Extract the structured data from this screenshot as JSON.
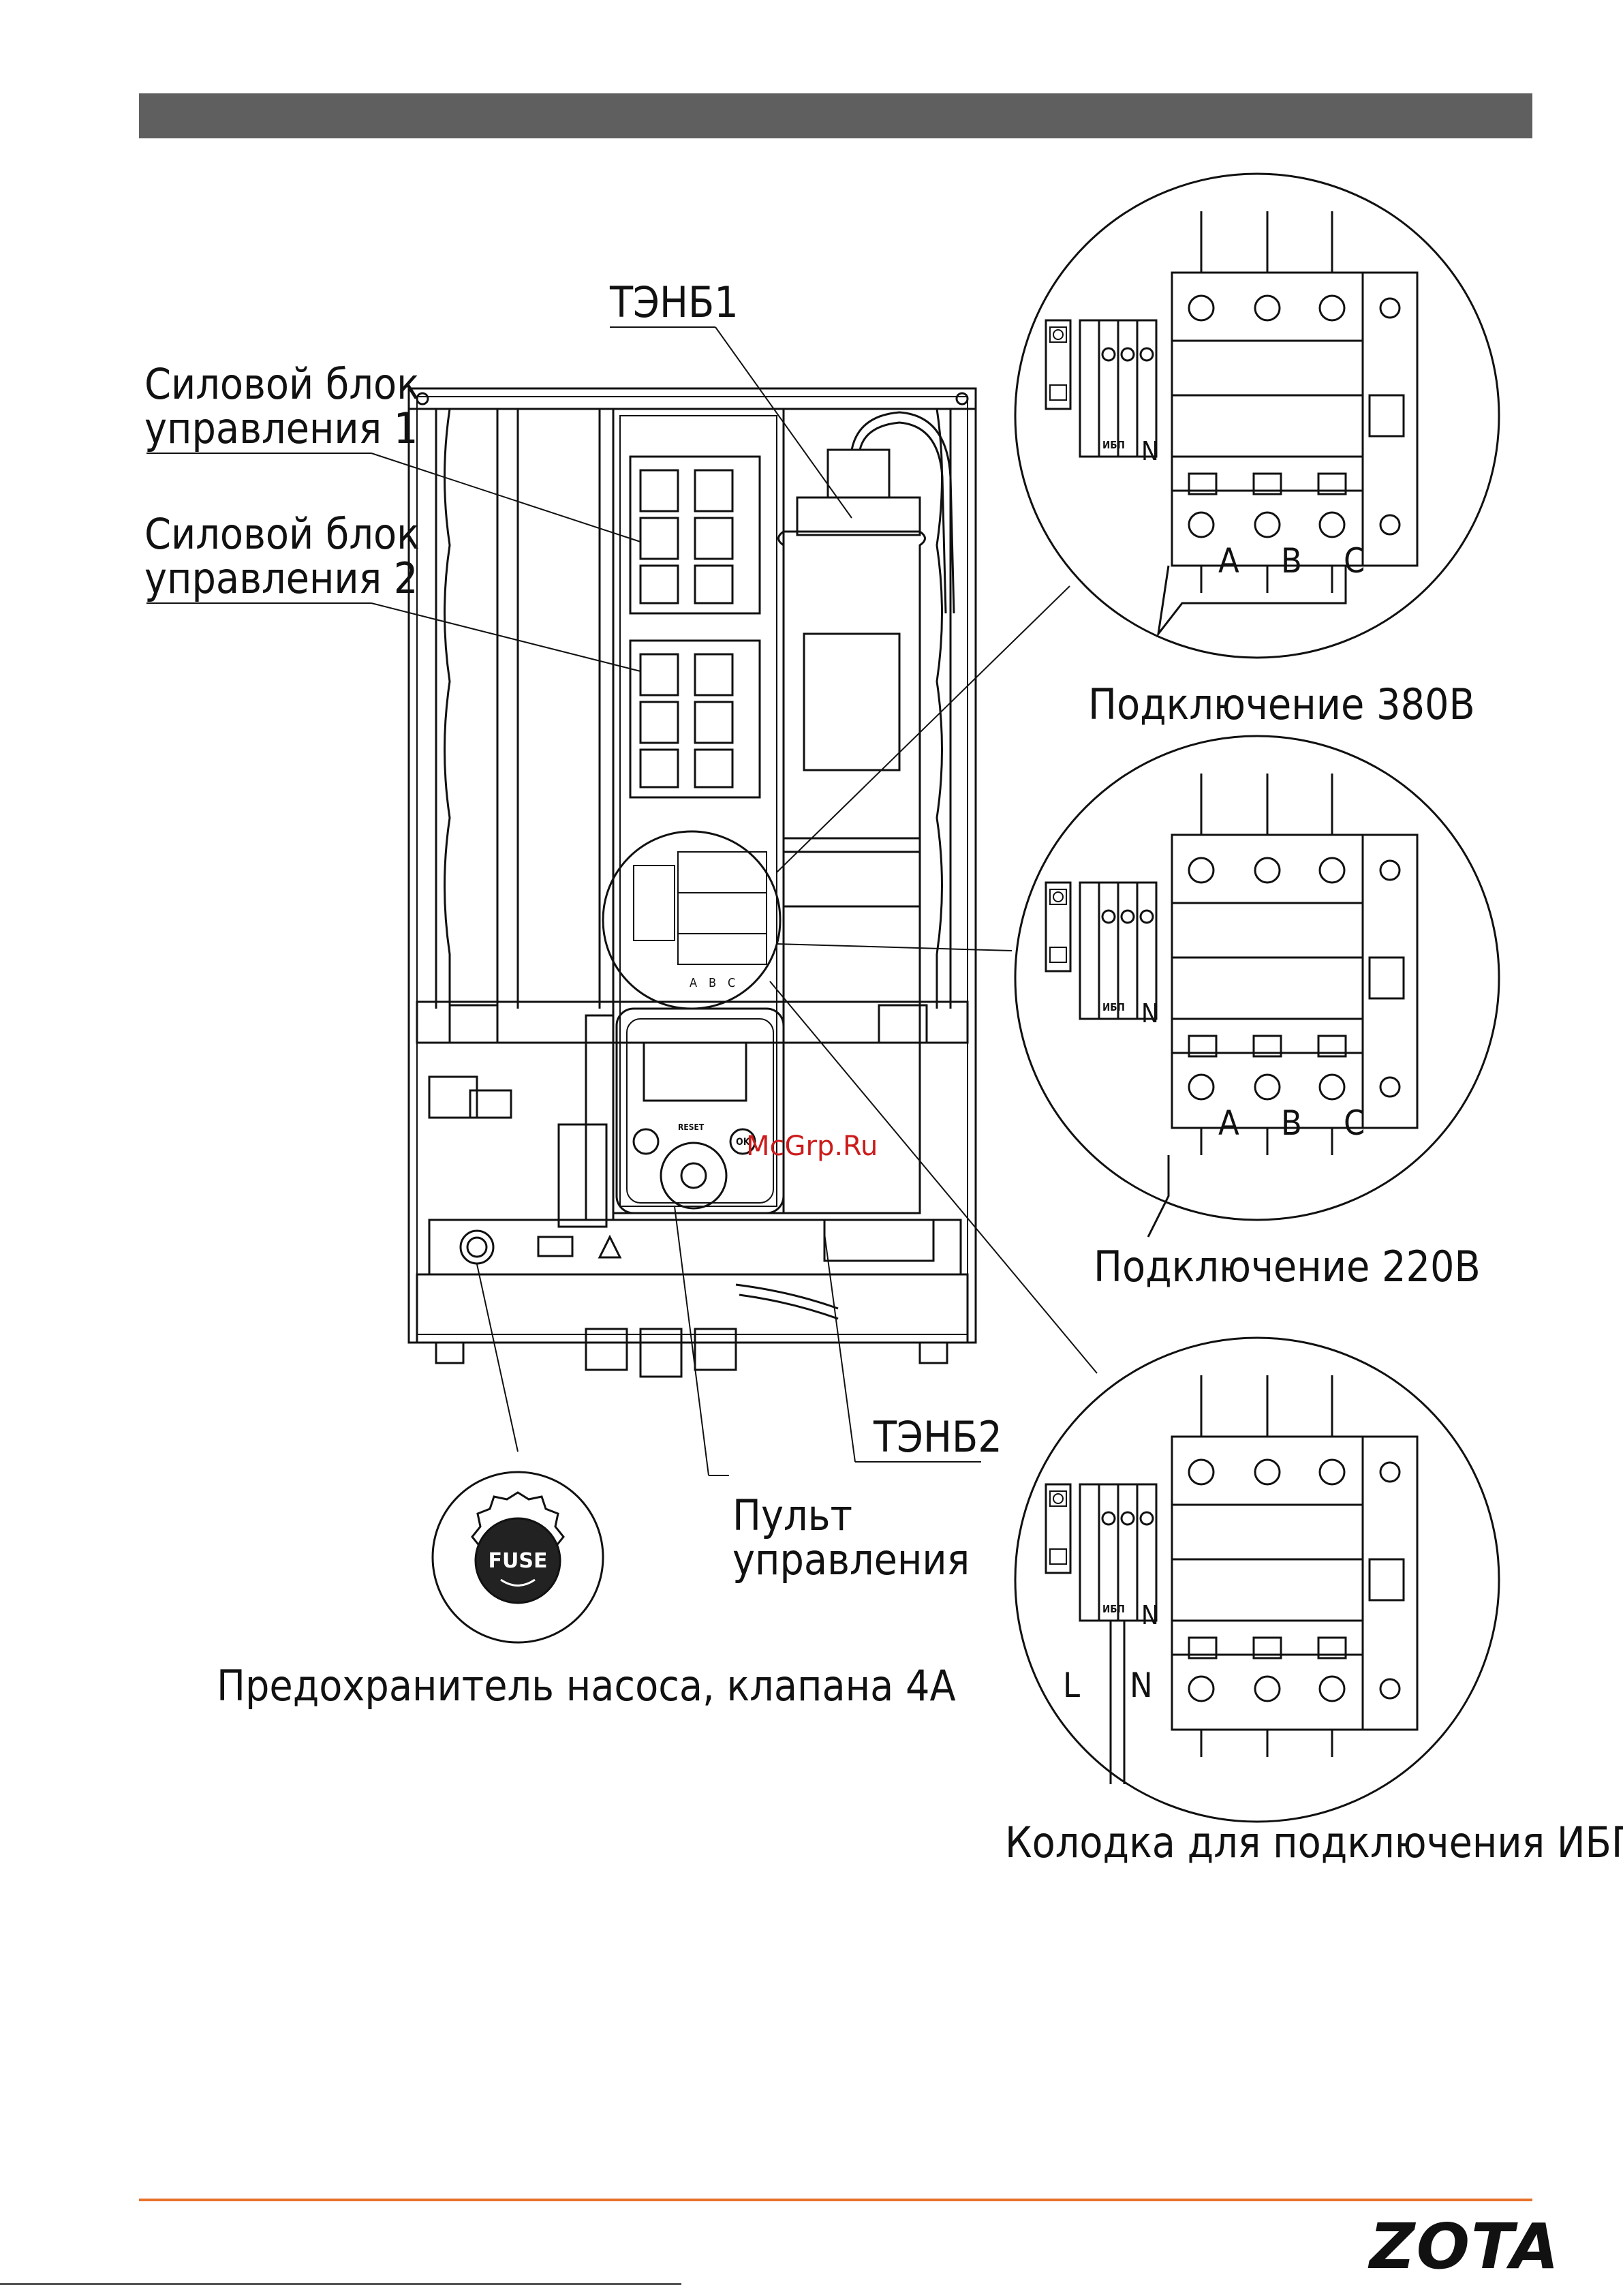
{
  "labels": {
    "tenb1": "ТЭНБ1",
    "power_block_1_line1": "Силовой блок",
    "power_block_1_line2": "управления 1",
    "power_block_2_line1": "Силовой блок",
    "power_block_2_line2": "управления 2",
    "tenb2": "ТЭНБ2",
    "control_panel_line1": "Пульт",
    "control_panel_line2": "управления",
    "fuse_caption": "Предохранитель насоса, клапана 4А",
    "connection_380": "Подключение 380В",
    "connection_220": "Подключение 220В",
    "ups_block": "Колодка для подключения ИБП"
  },
  "phases": {
    "a": "A",
    "b": "B",
    "c": "C",
    "l": "L",
    "n": "N"
  },
  "terminal_marks": {
    "ups": "ИБП",
    "n": "N"
  },
  "fuse_button": {
    "text": "FUSE"
  },
  "panel": {
    "reset": "RESET",
    "ok": "OK"
  },
  "watermark": "McGrp.Ru",
  "logo": {
    "text": "ZOTA"
  },
  "colors": {
    "header_bar": "#5f5f5f",
    "footer_rule": "#e8722a",
    "watermark": "#cc1b1b"
  }
}
